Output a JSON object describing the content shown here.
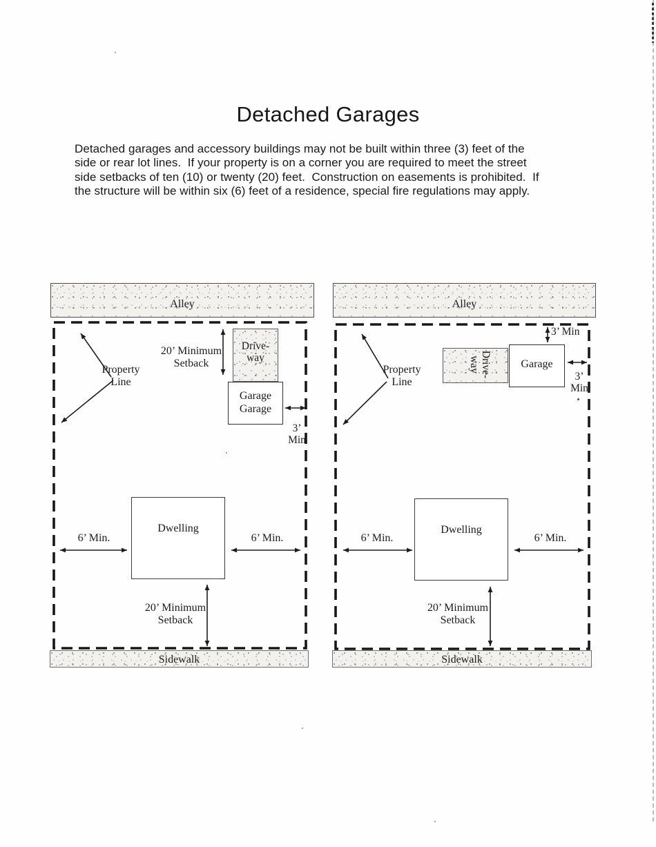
{
  "page": {
    "title": "Detached Garages",
    "paragraph_lines": [
      "Detached garages and accessory buildings may not be built within three (3) feet of the",
      "side or rear lot lines.  If your property is on a corner you are required to meet the street",
      "side setbacks of ten (10) or twenty (20) feet.  Construction on easements is prohibited.  If",
      "the structure will be within six (6) feet of a residence, special fire regulations may apply."
    ]
  },
  "colors": {
    "ink": "#1a1a1a",
    "surface_texture": "#f2f1ee"
  },
  "diagram_left": {
    "alley_label": "Alley",
    "property_line_lines": [
      "Property",
      "Line"
    ],
    "setback_top_lines": [
      "20’ Minimum",
      "Setback"
    ],
    "driveway_lines": [
      "Drive-",
      "way"
    ],
    "garage_lines": [
      "Garage",
      "Garage"
    ],
    "min3_lines": [
      "3’",
      "Min"
    ],
    "dwelling_label": "Dwelling",
    "min6_left": "6’ Min.",
    "min6_right": "6’ Min.",
    "setback_bottom_lines": [
      "20’ Minimum",
      "Setback"
    ],
    "sidewalk_label": "Sidewalk"
  },
  "diagram_right": {
    "alley_label": "Alley",
    "min3_top_label": "3’ Min",
    "property_line_lines": [
      "Property",
      "Line"
    ],
    "driveway_lines": [
      "Drive-",
      "way"
    ],
    "garage_label": "Garage",
    "min3_side_lines": [
      "3’",
      "Min"
    ],
    "dwelling_label": "Dwelling",
    "min6_left": "6’ Min.",
    "min6_right": "6’ Min.",
    "setback_bottom_lines": [
      "20’ Minimum",
      "Setback"
    ],
    "sidewalk_label": "Sidewalk"
  }
}
